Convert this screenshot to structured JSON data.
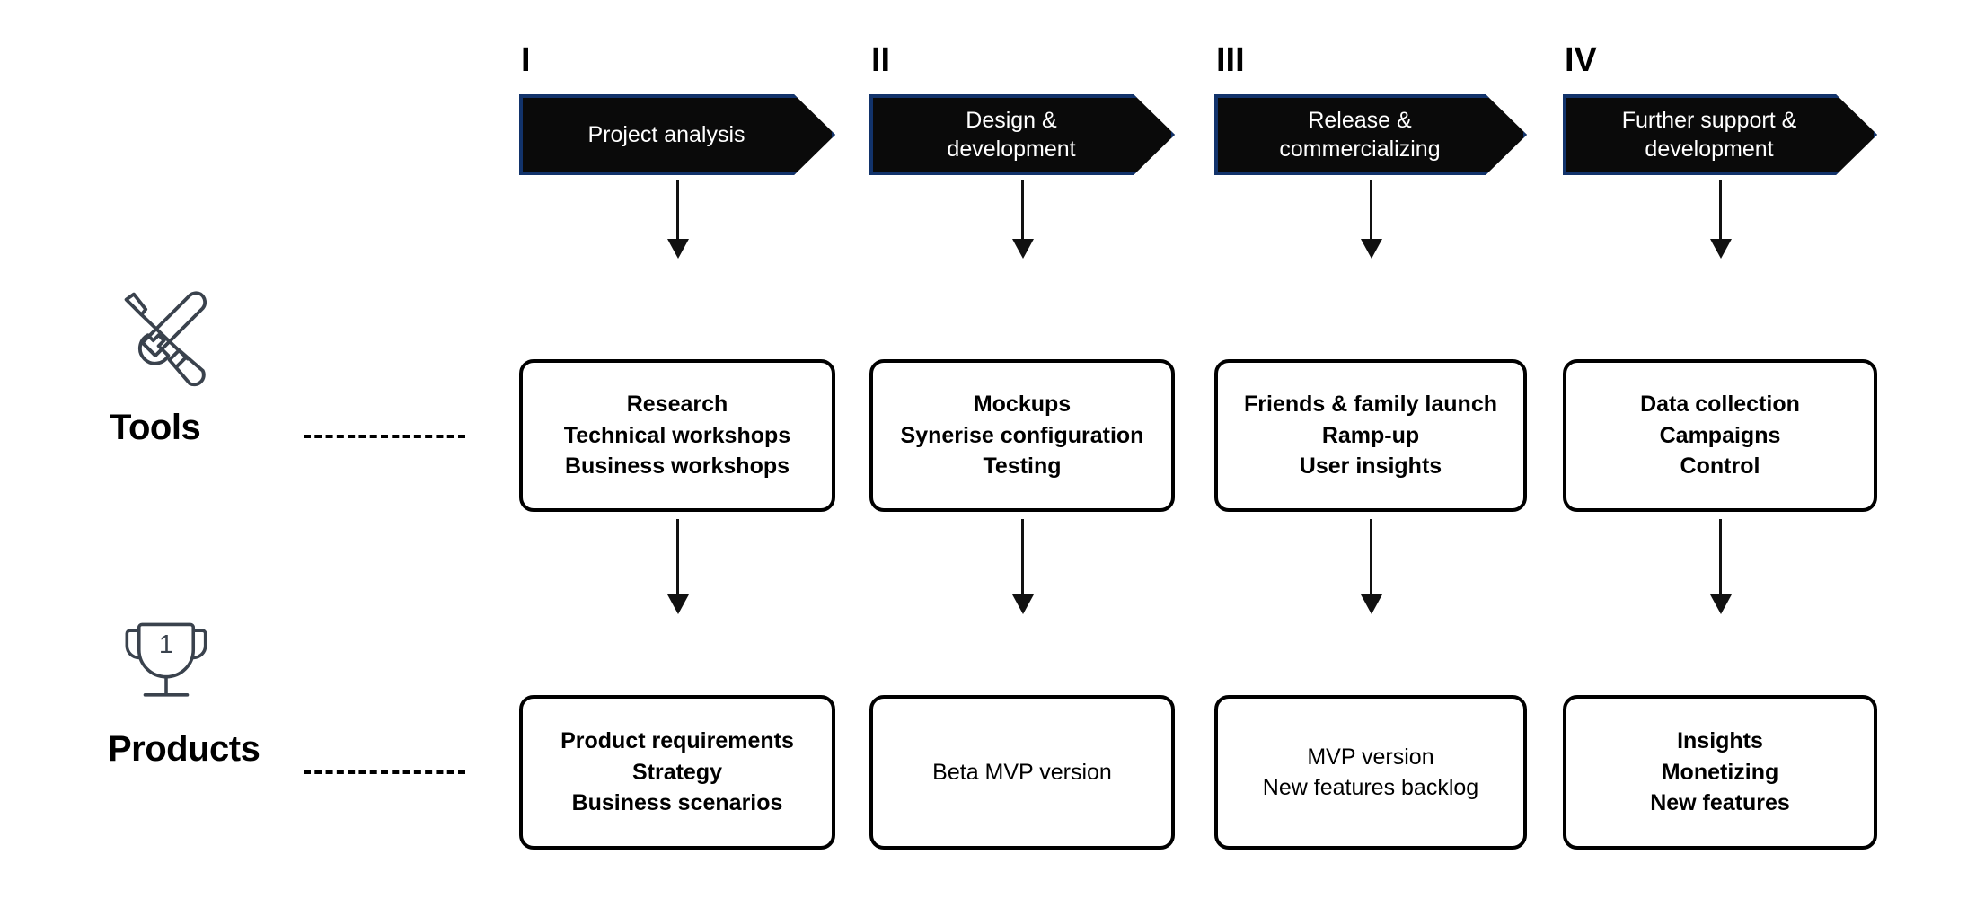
{
  "diagram": {
    "rows": [
      {
        "key": "tools",
        "label": "Tools",
        "icon": "tools-wrench-screwdriver-icon"
      },
      {
        "key": "products",
        "label": "Products",
        "icon": "trophy-icon",
        "icon_badge": "1"
      }
    ],
    "phases": [
      {
        "numeral": "I",
        "title": "Project analysis",
        "tools": "Research\nTechnical workshops\nBusiness workshops",
        "products": "Product requirements\nStrategy\nBusiness scenarios"
      },
      {
        "numeral": "II",
        "title": "Design &\ndevelopment",
        "tools": "Mockups\nSynerise configuration\nTesting",
        "products": "Beta MVP version"
      },
      {
        "numeral": "III",
        "title": "Release &\ncommercializing",
        "tools": "Friends & family launch\nRamp-up\nUser insights",
        "products": "MVP version\nNew features backlog"
      },
      {
        "numeral": "IV",
        "title": "Further support &\ndevelopment",
        "tools": "Data collection\nCampaigns\nControl",
        "products": "Insights\nMonetizing\nNew features"
      }
    ],
    "colors": {
      "chevron_fill": "#0a0a0a",
      "chevron_border": "#12336b",
      "chevron_text": "#ffffff",
      "box_border": "#000000",
      "box_fill": "#ffffff",
      "icon_stroke": "#3a424d",
      "connector": "#000000",
      "background": "#ffffff"
    }
  }
}
